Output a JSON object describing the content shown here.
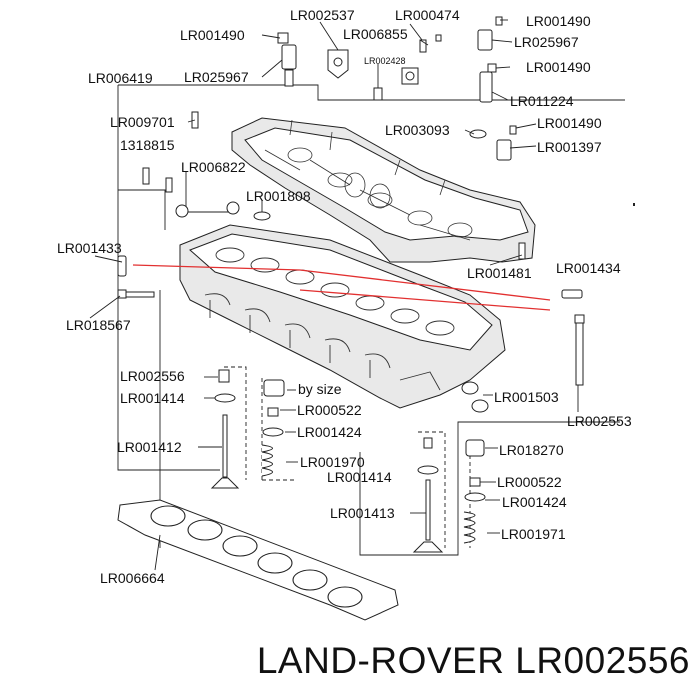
{
  "footer": {
    "title": "LAND-ROVER LR002556"
  },
  "labels": {
    "lr002537": "LR002537",
    "lr000474": "LR000474",
    "lr001490_top_right": "LR001490",
    "lr001490_top_left": "LR001490",
    "lr006855": "LR006855",
    "lr025967_right": "LR025967",
    "lr002428": "LR002428",
    "lr001490_right_2": "LR001490",
    "lr006419": "LR006419",
    "lr025967_left": "LR025967",
    "lr011224": "LR011224",
    "lr009701": "LR009701",
    "lr003093": "LR003093",
    "lr001490_right_3": "LR001490",
    "n1318815": "1318815",
    "lr001397": "LR001397",
    "lr006822": "LR006822",
    "lr001808": "LR001808",
    "lr001433": "LR001433",
    "lr001481": "LR001481",
    "lr001434": "LR001434",
    "lr018567": "LR018567",
    "lr002556": "LR002556",
    "by_size": "by size",
    "lr001414_left": "LR001414",
    "lr000522_left": "LR000522",
    "lr001503": "LR001503",
    "lr001424_left": "LR001424",
    "lr002553": "LR002553",
    "lr001412": "LR001412",
    "lr018270": "LR018270",
    "lr001970": "LR001970",
    "lr001414_right": "LR001414",
    "lr000522_right": "LR000522",
    "lr001424_right": "LR001424",
    "lr001413": "LR001413",
    "lr001971": "LR001971",
    "lr006664": "LR006664"
  }
}
